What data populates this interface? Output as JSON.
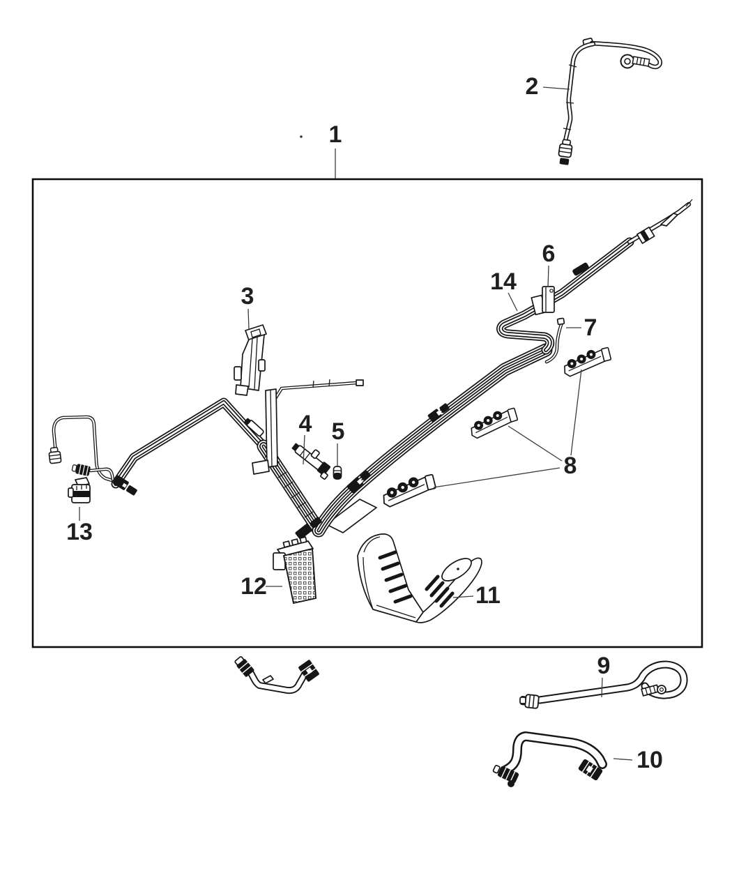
{
  "diagram": {
    "type": "exploded-parts-line-diagram",
    "background": "#ffffff",
    "line_color": "#1a1a1a",
    "callouts": [
      {
        "number": "1"
      },
      {
        "number": "2"
      },
      {
        "number": "3"
      },
      {
        "number": "4"
      },
      {
        "number": "5"
      },
      {
        "number": "6"
      },
      {
        "number": "7"
      },
      {
        "number": "8"
      },
      {
        "number": "9"
      },
      {
        "number": "10"
      },
      {
        "number": "11"
      },
      {
        "number": "12"
      },
      {
        "number": "13"
      },
      {
        "number": "14"
      }
    ]
  }
}
